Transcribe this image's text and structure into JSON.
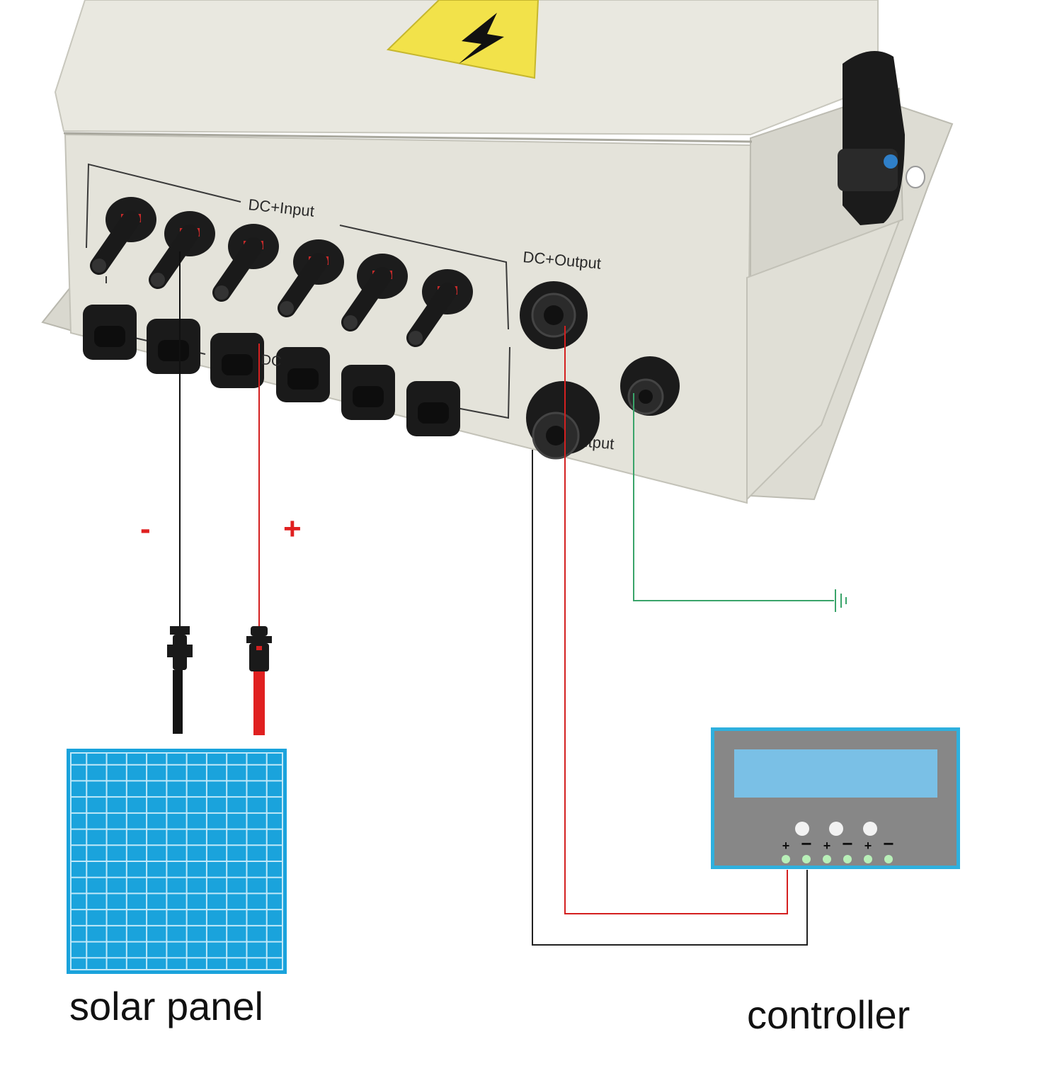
{
  "box": {
    "input_label": "DC+Input",
    "lower_label_visible": "DC",
    "output_top_label": "DC+Output",
    "output_bottom_label": "utput",
    "warning_symbol": "lightning-bolt-icon"
  },
  "wiring": {
    "negative_sign": "-",
    "positive_sign": "+"
  },
  "solar_panel": {
    "label": "solar panel"
  },
  "controller": {
    "label": "controller",
    "terminal_labels": [
      "+",
      "−",
      "+",
      "−",
      "+",
      "−"
    ]
  },
  "colors": {
    "box_body": "#e4e3da",
    "warning_yellow": "#f2e24a",
    "negative_wire": "#111111",
    "positive_wire": "#d42020",
    "ground_wire": "#3aa46a",
    "sign_red": "#e02020",
    "panel_blue": "#1aa3dc",
    "controller_frame": "#2fb0de",
    "controller_body": "#878787",
    "controller_screen": "#7ac0e6",
    "terminal_green": "#b8f0b8"
  }
}
